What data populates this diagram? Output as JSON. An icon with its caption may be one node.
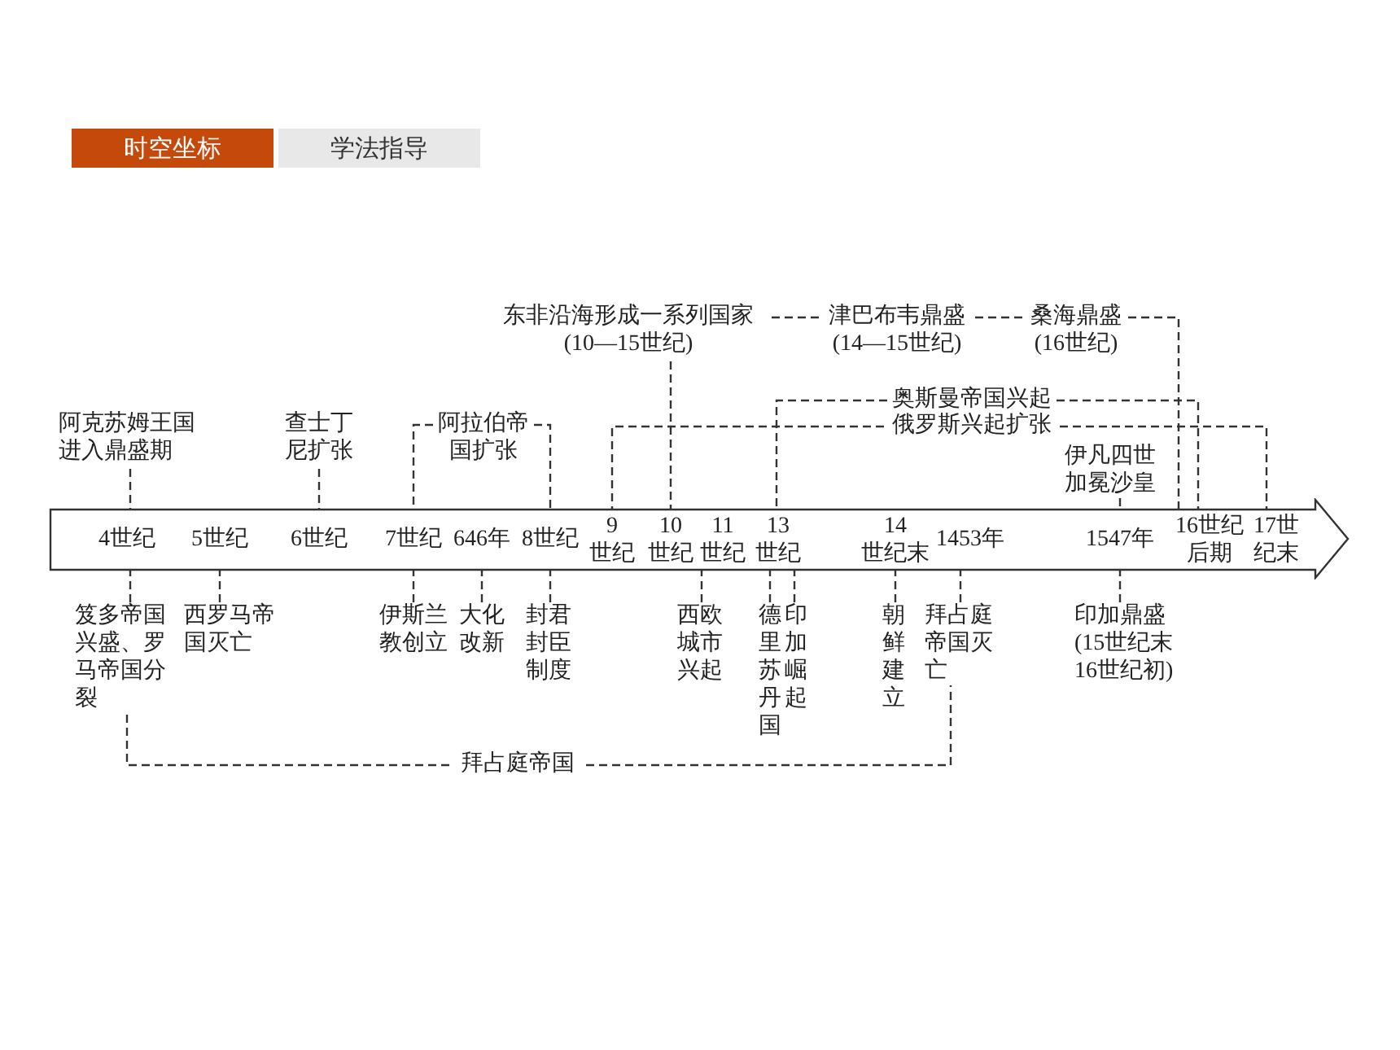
{
  "diagram": {
    "nodes": [
      {
        "text": [],
        "shape": "arrow"
      },
      {
        "text": [
          "4世纪"
        ],
        "in": 0
      },
      {
        "text": [
          "5世纪"
        ],
        "in": 0
      },
      {
        "text": [
          "6世纪"
        ],
        "in": 0
      },
      {
        "text": [
          "7世纪"
        ],
        "in": 0
      },
      {
        "text": [
          "646年"
        ],
        "in": 0
      },
      {
        "text": [
          "8世纪"
        ],
        "in": 0
      },
      {
        "text": [
          "9",
          "世纪"
        ],
        "in": 0
      },
      {
        "text": [
          "10",
          "世纪"
        ],
        "in": 0
      },
      {
        "text": [
          "11",
          "世纪"
        ],
        "in": 0
      },
      {
        "text": [
          "13",
          "世纪"
        ],
        "in": 0
      },
      {
        "text": [
          "14",
          "世纪末"
        ],
        "in": 0
      },
      {
        "text": [
          "1453年"
        ],
        "in": 0
      },
      {
        "text": [
          "1547年"
        ],
        "in": 0
      },
      {
        "text": [
          "16世纪",
          "后期"
        ],
        "in": 0
      },
      {
        "text": [
          "17世",
          "纪末"
        ],
        "in": 0
      },
      {
        "text": [
          "阿克苏姆王国进入鼎盛期"
        ]
      },
      {
        "text": [
          "查士丁尼扩张"
        ]
      },
      {
        "text": [
          "阿拉伯帝国扩张"
        ]
      },
      {
        "text": [
          "东非沿海形成一系列国家",
          "(10—15世纪)"
        ]
      },
      {
        "text": [
          "津巴布韦鼎盛",
          "(14—15世纪)"
        ]
      },
      {
        "text": [
          "桑海鼎盛",
          "(16世纪)"
        ]
      },
      {
        "text": [
          "奥斯曼帝国兴起"
        ]
      },
      {
        "text": [
          "俄罗斯兴起扩张"
        ]
      },
      {
        "text": [
          "伊凡四世加冕沙皇"
        ]
      },
      {
        "text": [
          "笈多帝国兴盛、罗马帝国分裂"
        ]
      },
      {
        "text": [
          "西罗马帝国灭亡"
        ]
      },
      {
        "text": [
          "伊斯兰教创立"
        ]
      },
      {
        "text": [
          "大化改新"
        ]
      },
      {
        "text": [
          "封君封臣制度"
        ]
      },
      {
        "text": [
          "西欧城市兴起"
        ]
      },
      {
        "text": [
          "德里苏丹国"
        ]
      },
      {
        "text": [
          "印加崛起"
        ]
      },
      {
        "text": [
          "朝鲜建立"
        ]
      },
      {
        "text": [
          "拜占庭帝国灭亡"
        ]
      },
      {
        "text": [
          "印加鼎盛",
          "(15世纪末16世纪初)"
        ]
      },
      {
        "text": [
          "拜占庭帝国"
        ]
      }
    ],
    "edges": [
      {
        "from": 16,
        "to": 1,
        "arrow": "none",
        "style": "dashed"
      },
      {
        "from": 17,
        "to": 3,
        "arrow": "none",
        "style": "dashed"
      },
      {
        "from": 18,
        "to": 4,
        "arrow": "none",
        "style": "dashed"
      },
      {
        "from": 18,
        "to": 6,
        "arrow": "none",
        "style": "dashed"
      },
      {
        "from": 19,
        "to": 8,
        "arrow": "none",
        "style": "dashed"
      },
      {
        "from": 19,
        "to": 20,
        "arrow": "none",
        "style": "dashed"
      },
      {
        "from": 20,
        "to": 21,
        "arrow": "none",
        "style": "dashed"
      },
      {
        "from": 21,
        "to": 14,
        "arrow": "none",
        "style": "dashed"
      },
      {
        "from": 22,
        "to": 10,
        "arrow": "none",
        "style": "dashed"
      },
      {
        "from": 22,
        "to": 14,
        "arrow": "none",
        "style": "dashed"
      },
      {
        "from": 23,
        "to": 7,
        "arrow": "none",
        "style": "dashed"
      },
      {
        "from": 23,
        "to": 15,
        "arrow": "none",
        "style": "dashed"
      },
      {
        "from": 24,
        "to": 13,
        "arrow": "none",
        "style": "dashed"
      },
      {
        "from": 25,
        "to": 1,
        "arrow": "none",
        "style": "dashed"
      },
      {
        "from": 26,
        "to": 2,
        "arrow": "none",
        "style": "dashed"
      },
      {
        "from": 27,
        "to": 4,
        "arrow": "none",
        "style": "dashed"
      },
      {
        "from": 28,
        "to": 5,
        "arrow": "none",
        "style": "dashed"
      },
      {
        "from": 29,
        "to": 6,
        "arrow": "none",
        "style": "dashed"
      },
      {
        "from": 30,
        "to": 9,
        "arrow": "none",
        "style": "dashed"
      },
      {
        "from": 31,
        "to": 10,
        "arrow": "none",
        "style": "dashed"
      },
      {
        "from": 32,
        "to": 10,
        "arrow": "none",
        "style": "dashed"
      },
      {
        "from": 33,
        "to": 11,
        "arrow": "none",
        "style": "dashed"
      },
      {
        "from": 34,
        "to": 12,
        "arrow": "none",
        "style": "dashed"
      },
      {
        "from": 35,
        "to": 13,
        "arrow": "none",
        "style": "dashed"
      },
      {
        "from": 36,
        "to": 25,
        "arrow": "none",
        "style": "dashed"
      },
      {
        "from": 36,
        "to": 34,
        "arrow": "none",
        "style": "dashed"
      }
    ],
    "labels": [
      "时空坐标",
      "学法指导"
    ]
  }
}
